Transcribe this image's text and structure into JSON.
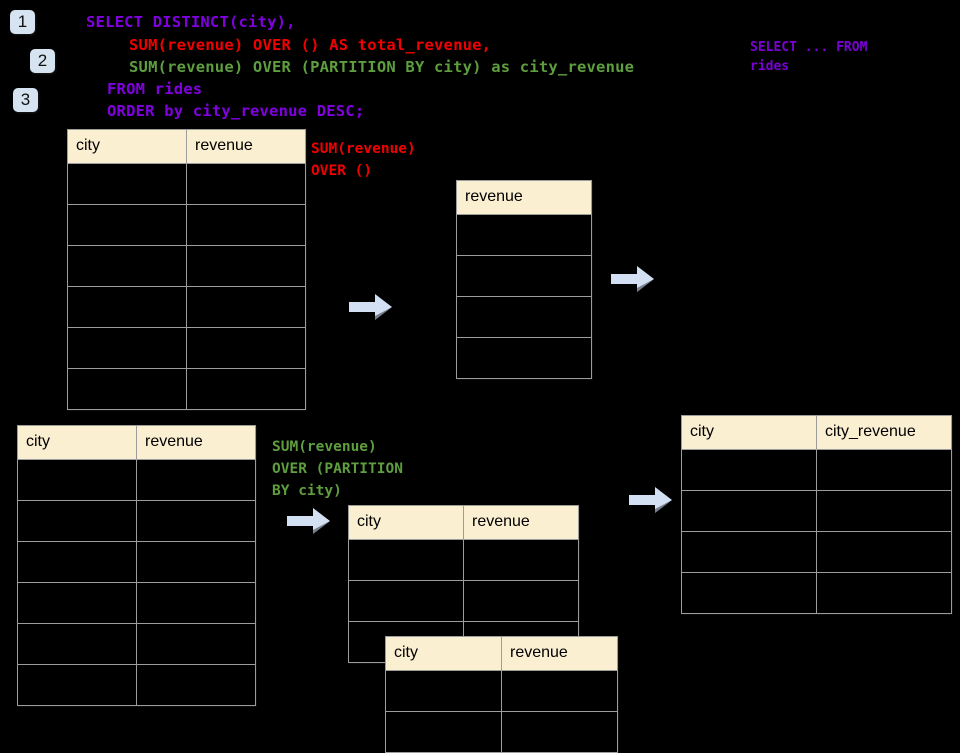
{
  "page": {
    "background": "#000000",
    "header_fill": "#FBEFD2",
    "border_color": "#9C9C9C",
    "arrow_color": "#D3E0F3",
    "badge_color": "#D6E3F0"
  },
  "steps": [
    {
      "label": "1"
    },
    {
      "label": "2"
    },
    {
      "label": "3"
    }
  ],
  "sql": {
    "lines": [
      {
        "text": "SELECT DISTINCT(city),",
        "color_name": "purple"
      },
      {
        "text": "SUM(revenue) OVER () AS total_revenue,",
        "color_name": "red"
      },
      {
        "text": "SUM(revenue) OVER (PARTITION BY city) as city_revenue",
        "color_name": "green"
      },
      {
        "text": "FROM rides",
        "color_name": "purple"
      },
      {
        "text": "ORDER by city_revenue DESC;",
        "color_name": "purple"
      }
    ]
  },
  "side_note": {
    "line1": "SELECT ... FROM",
    "line2": "rides"
  },
  "annotations": {
    "total_revenue": {
      "line1": "SUM(revenue)",
      "line2": "OVER ()",
      "color": "#F20000"
    },
    "city_revenue": {
      "line1": "SUM(revenue)",
      "line2": "OVER (PARTITION",
      "line3": "BY city)",
      "color": "#5E9E3E"
    }
  },
  "tables": {
    "rides_top": {
      "headers": [
        "city",
        "revenue"
      ],
      "row_count": 6
    },
    "total_revenue": {
      "headers": [
        "revenue"
      ],
      "row_count": 4
    },
    "rides_bottom": {
      "headers": [
        "city",
        "revenue"
      ],
      "row_count": 6
    },
    "partition_back": {
      "headers": [
        "city",
        "revenue"
      ],
      "row_count": 3
    },
    "partition_front": {
      "headers": [
        "city",
        "revenue"
      ],
      "row_count": 2
    },
    "result": {
      "headers": [
        "city",
        "city_revenue"
      ],
      "row_count": 4
    }
  },
  "arrows": [
    {
      "name": "arrow-rides-to-total"
    },
    {
      "name": "arrow-total-to-result"
    },
    {
      "name": "arrow-rides-to-partition"
    },
    {
      "name": "arrow-partition-to-result"
    }
  ]
}
